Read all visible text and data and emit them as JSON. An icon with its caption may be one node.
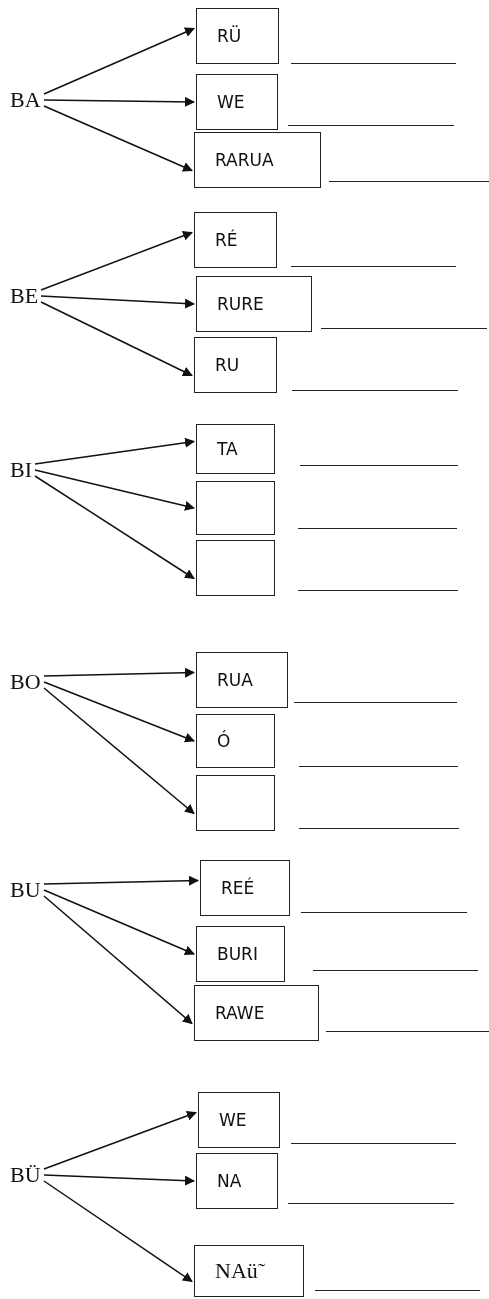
{
  "diagram": {
    "nodes": [
      {
        "text": [
          "BA"
        ]
      },
      {
        "text": [
          "RÜ"
        ]
      },
      {
        "text": [
          "WE"
        ]
      },
      {
        "text": [
          "RARUA"
        ]
      },
      {
        "text": [
          "BE"
        ]
      },
      {
        "text": [
          "RÉ"
        ]
      },
      {
        "text": [
          "RURE"
        ]
      },
      {
        "text": [
          "RU"
        ]
      },
      {
        "text": [
          "BI"
        ]
      },
      {
        "text": [
          "TA"
        ]
      },
      {
        "text": [],
        "shape": "box"
      },
      {
        "text": [],
        "shape": "box"
      },
      {
        "text": [
          "BO"
        ]
      },
      {
        "text": [
          "RUA"
        ]
      },
      {
        "text": [
          "Ó"
        ]
      },
      {
        "text": [],
        "shape": "box"
      },
      {
        "text": [
          "BU"
        ]
      },
      {
        "text": [
          "REÉ"
        ]
      },
      {
        "text": [
          "BURI"
        ]
      },
      {
        "text": [
          "RAWE"
        ]
      },
      {
        "text": [
          "BÜ"
        ]
      },
      {
        "text": [
          "WE"
        ]
      },
      {
        "text": [
          "NA"
        ]
      },
      {
        "text": [
          "NAü̃"
        ]
      }
    ],
    "edges": [
      {
        "from": 0,
        "to": 1,
        "arrow": "to"
      },
      {
        "from": 0,
        "to": 2,
        "arrow": "to"
      },
      {
        "from": 0,
        "to": 3,
        "arrow": "to"
      },
      {
        "from": 4,
        "to": 5,
        "arrow": "to"
      },
      {
        "from": 4,
        "to": 6,
        "arrow": "to"
      },
      {
        "from": 4,
        "to": 7,
        "arrow": "to"
      },
      {
        "from": 8,
        "to": 9,
        "arrow": "to"
      },
      {
        "from": 8,
        "to": 10,
        "arrow": "to"
      },
      {
        "from": 8,
        "to": 11,
        "arrow": "to"
      },
      {
        "from": 12,
        "to": 13,
        "arrow": "to"
      },
      {
        "from": 12,
        "to": 14,
        "arrow": "to"
      },
      {
        "from": 12,
        "to": 15,
        "arrow": "to"
      },
      {
        "from": 16,
        "to": 17,
        "arrow": "to"
      },
      {
        "from": 16,
        "to": 18,
        "arrow": "to"
      },
      {
        "from": 16,
        "to": 19,
        "arrow": "to"
      },
      {
        "from": 20,
        "to": 21,
        "arrow": "to"
      },
      {
        "from": 20,
        "to": 22,
        "arrow": "to"
      },
      {
        "from": 20,
        "to": 23,
        "arrow": "to"
      }
    ]
  }
}
